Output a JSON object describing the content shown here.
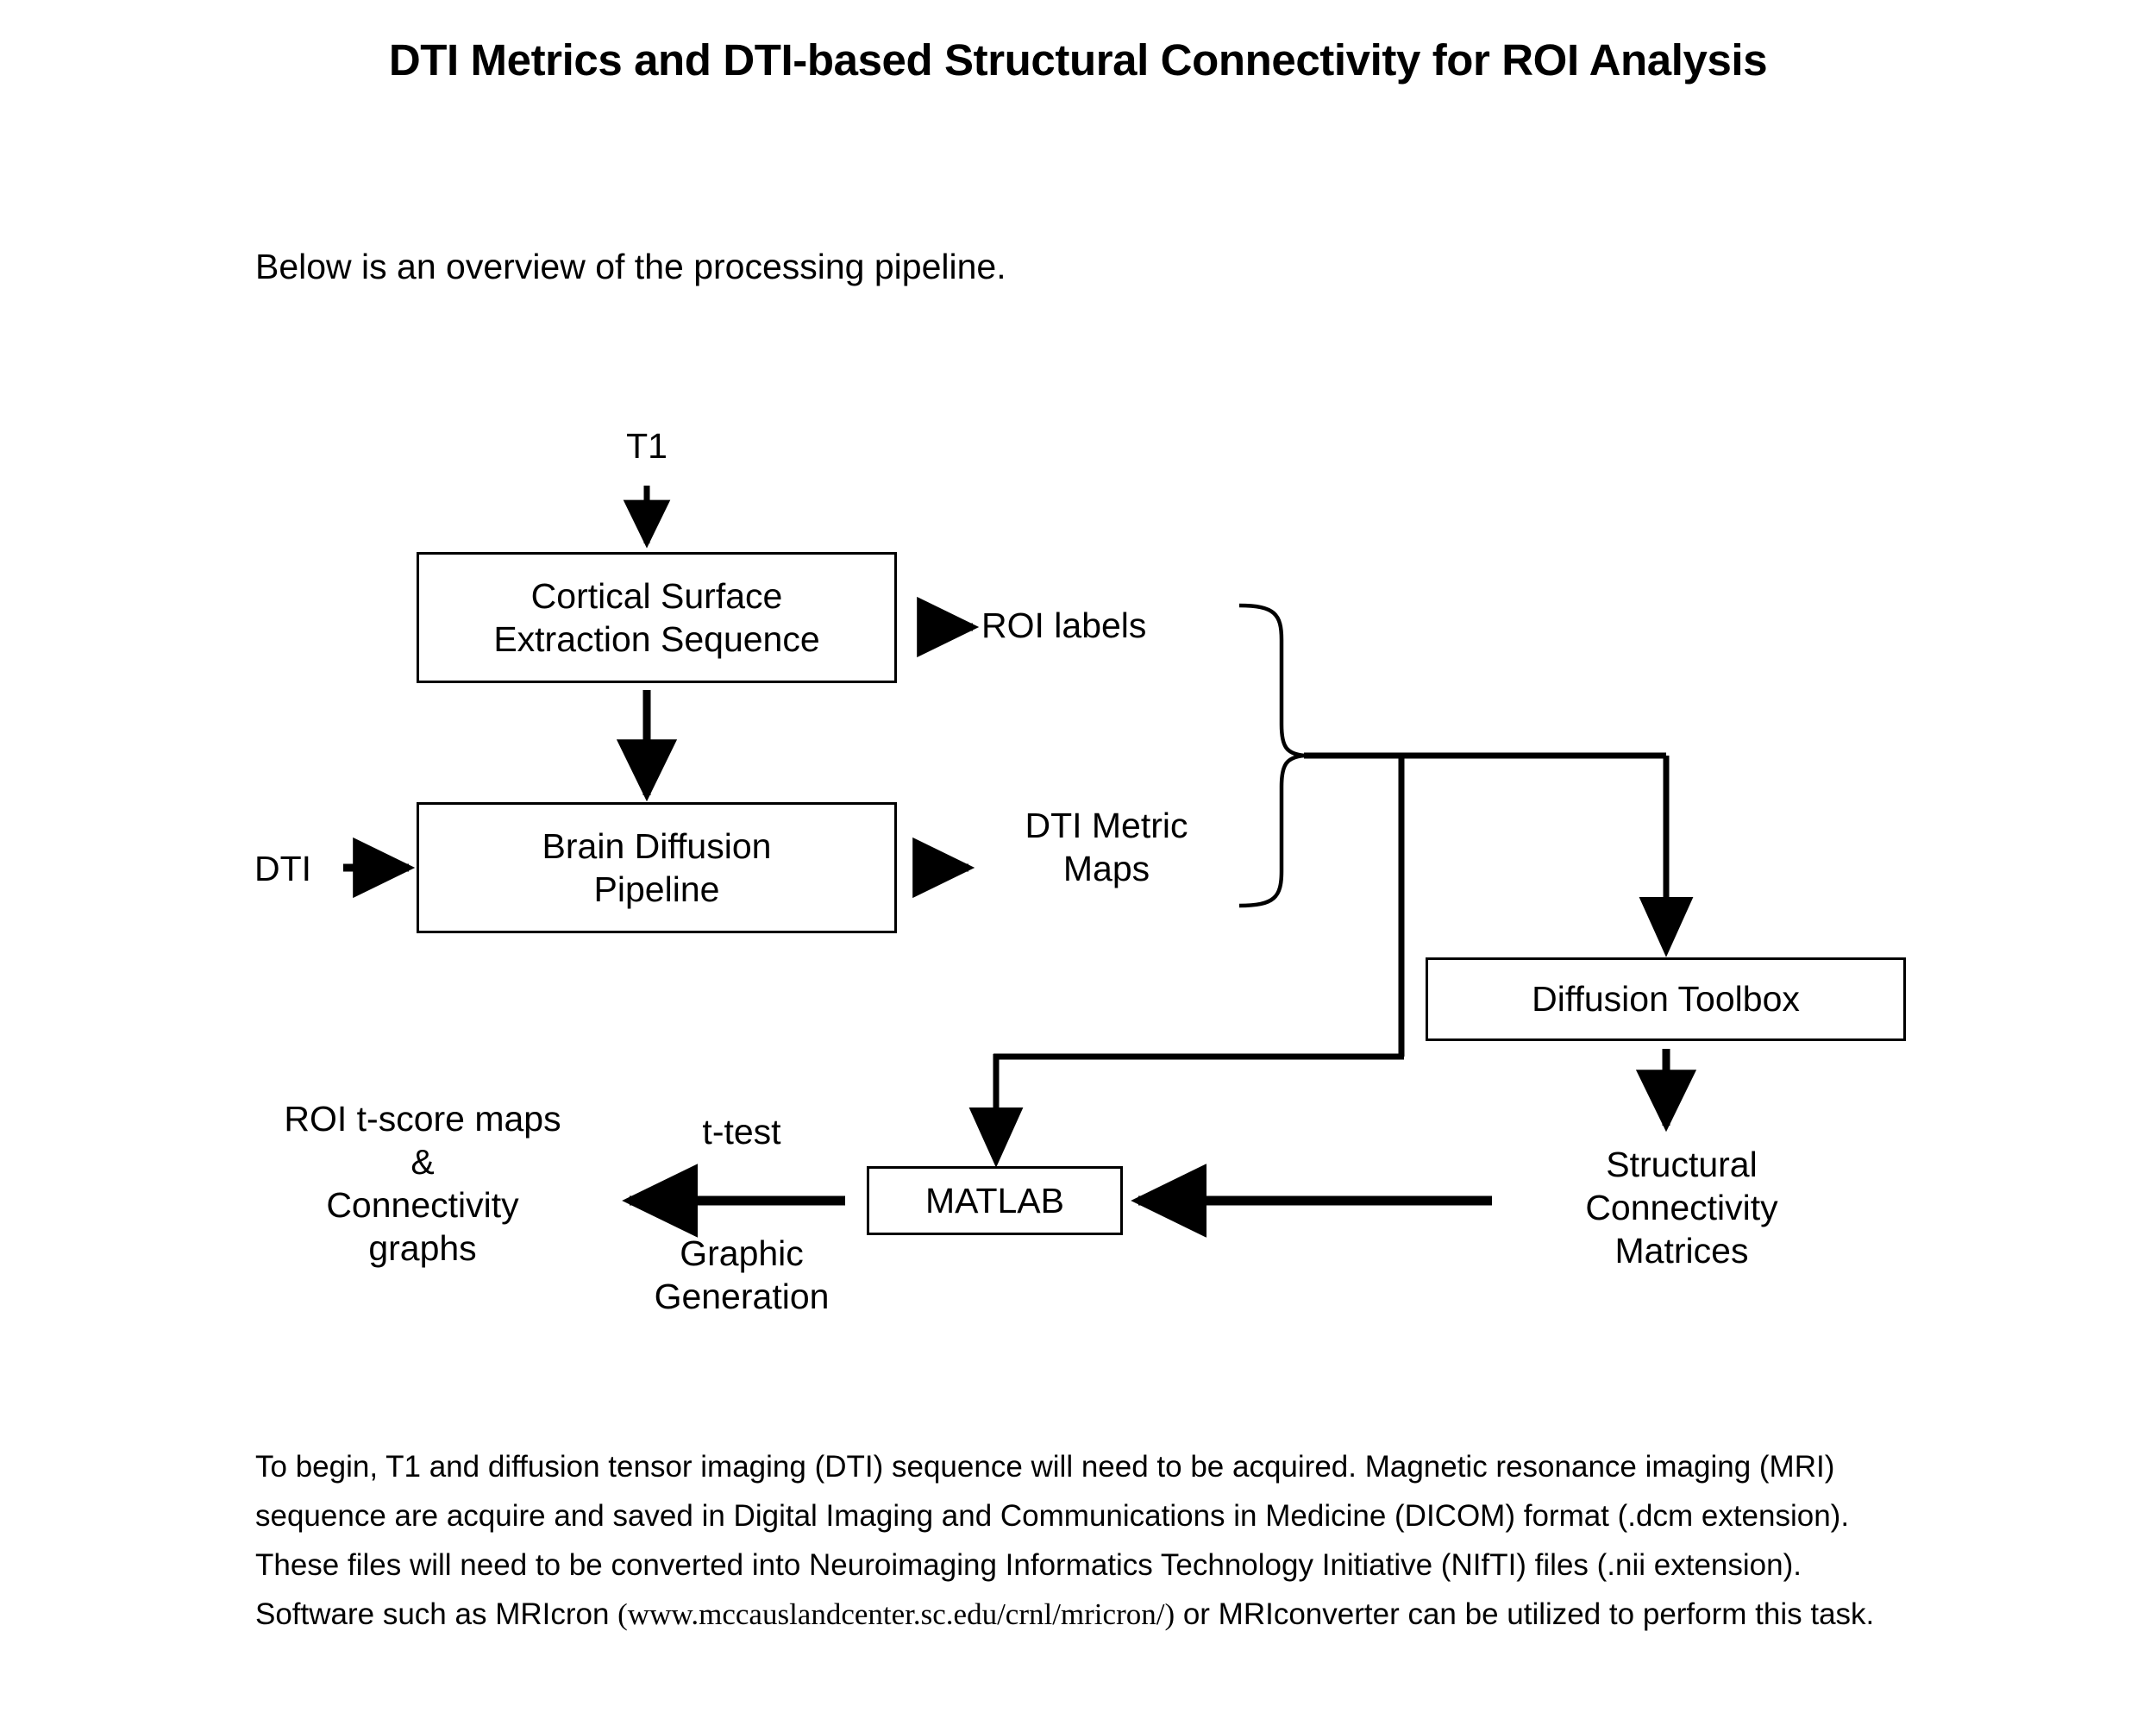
{
  "document": {
    "title": "DTI Metrics and DTI-based Structural Connectivity for ROI Analysis",
    "intro": "Below is an overview of the processing pipeline."
  },
  "diagram": {
    "boxes": {
      "cortical": "Cortical Surface\nExtraction Sequence",
      "pipeline": "Brain Diffusion\nPipeline",
      "toolbox": "Diffusion Toolbox",
      "matlab": "MATLAB"
    },
    "labels": {
      "t1": "T1",
      "dti_input": "DTI",
      "roi_labels": "ROI labels",
      "dti_metric_maps": "DTI Metric\nMaps",
      "structural_matrices": "Structural\nConnectivity\nMatrices",
      "t_test": "t-test",
      "graphic_generation": "Graphic\nGeneration",
      "results": "ROI t-score maps\n&\nConnectivity\ngraphs"
    },
    "colors": {
      "stroke": "#000000",
      "background": "#ffffff"
    }
  },
  "body_text": {
    "paragraph_1": "To begin, T1 and diffusion  tensor imaging (DTI) sequence  will need to be acquired.  Magnetic resonance imaging (MRI) sequence  are acquire and saved in Digital Imaging and Communications  in Medicine (DICOM) format (.dcm extension).  These files will need to be converted into Neuroimaging Informatics Technology  Initiative (NIfTI) files (.nii extension).  Software such as MRIcron ",
    "url": "(www.mccauslandcenter.sc.edu/crnl/mricron/)",
    "paragraph_1_tail": "  or MRIconverter can be utilized to perform this task."
  }
}
